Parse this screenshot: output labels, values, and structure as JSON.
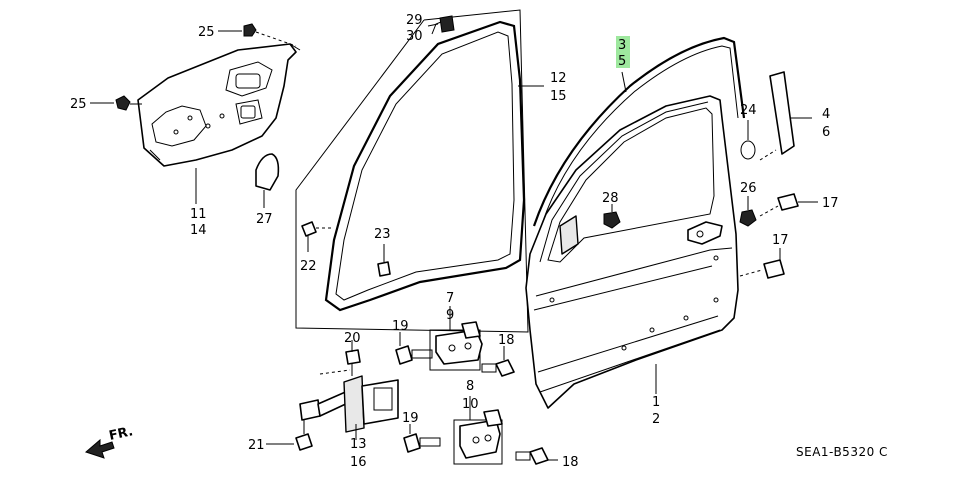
{
  "diagram": {
    "callouts": {
      "c25a": "25",
      "c25b": "25",
      "c11": "11",
      "c14": "14",
      "c27": "27",
      "c29": "29",
      "c30": "30",
      "c12": "12",
      "c15": "15",
      "c22": "22",
      "c23": "23",
      "c3": "3",
      "c5": "5",
      "c24": "24",
      "c4": "4",
      "c6": "6",
      "c28": "28",
      "c26": "26",
      "c17a": "17",
      "c17b": "17",
      "c7": "7",
      "c9": "9",
      "c20": "20",
      "c19a": "19",
      "c18a": "18",
      "c8": "8",
      "c10": "10",
      "c19b": "19",
      "c18b": "18",
      "c13": "13",
      "c16": "16",
      "c21": "21",
      "c1": "1",
      "c2": "2"
    },
    "direction_label": "FR.",
    "diagram_code": "SEA1-B5320 C",
    "highlight_color": "#9ee89e"
  }
}
